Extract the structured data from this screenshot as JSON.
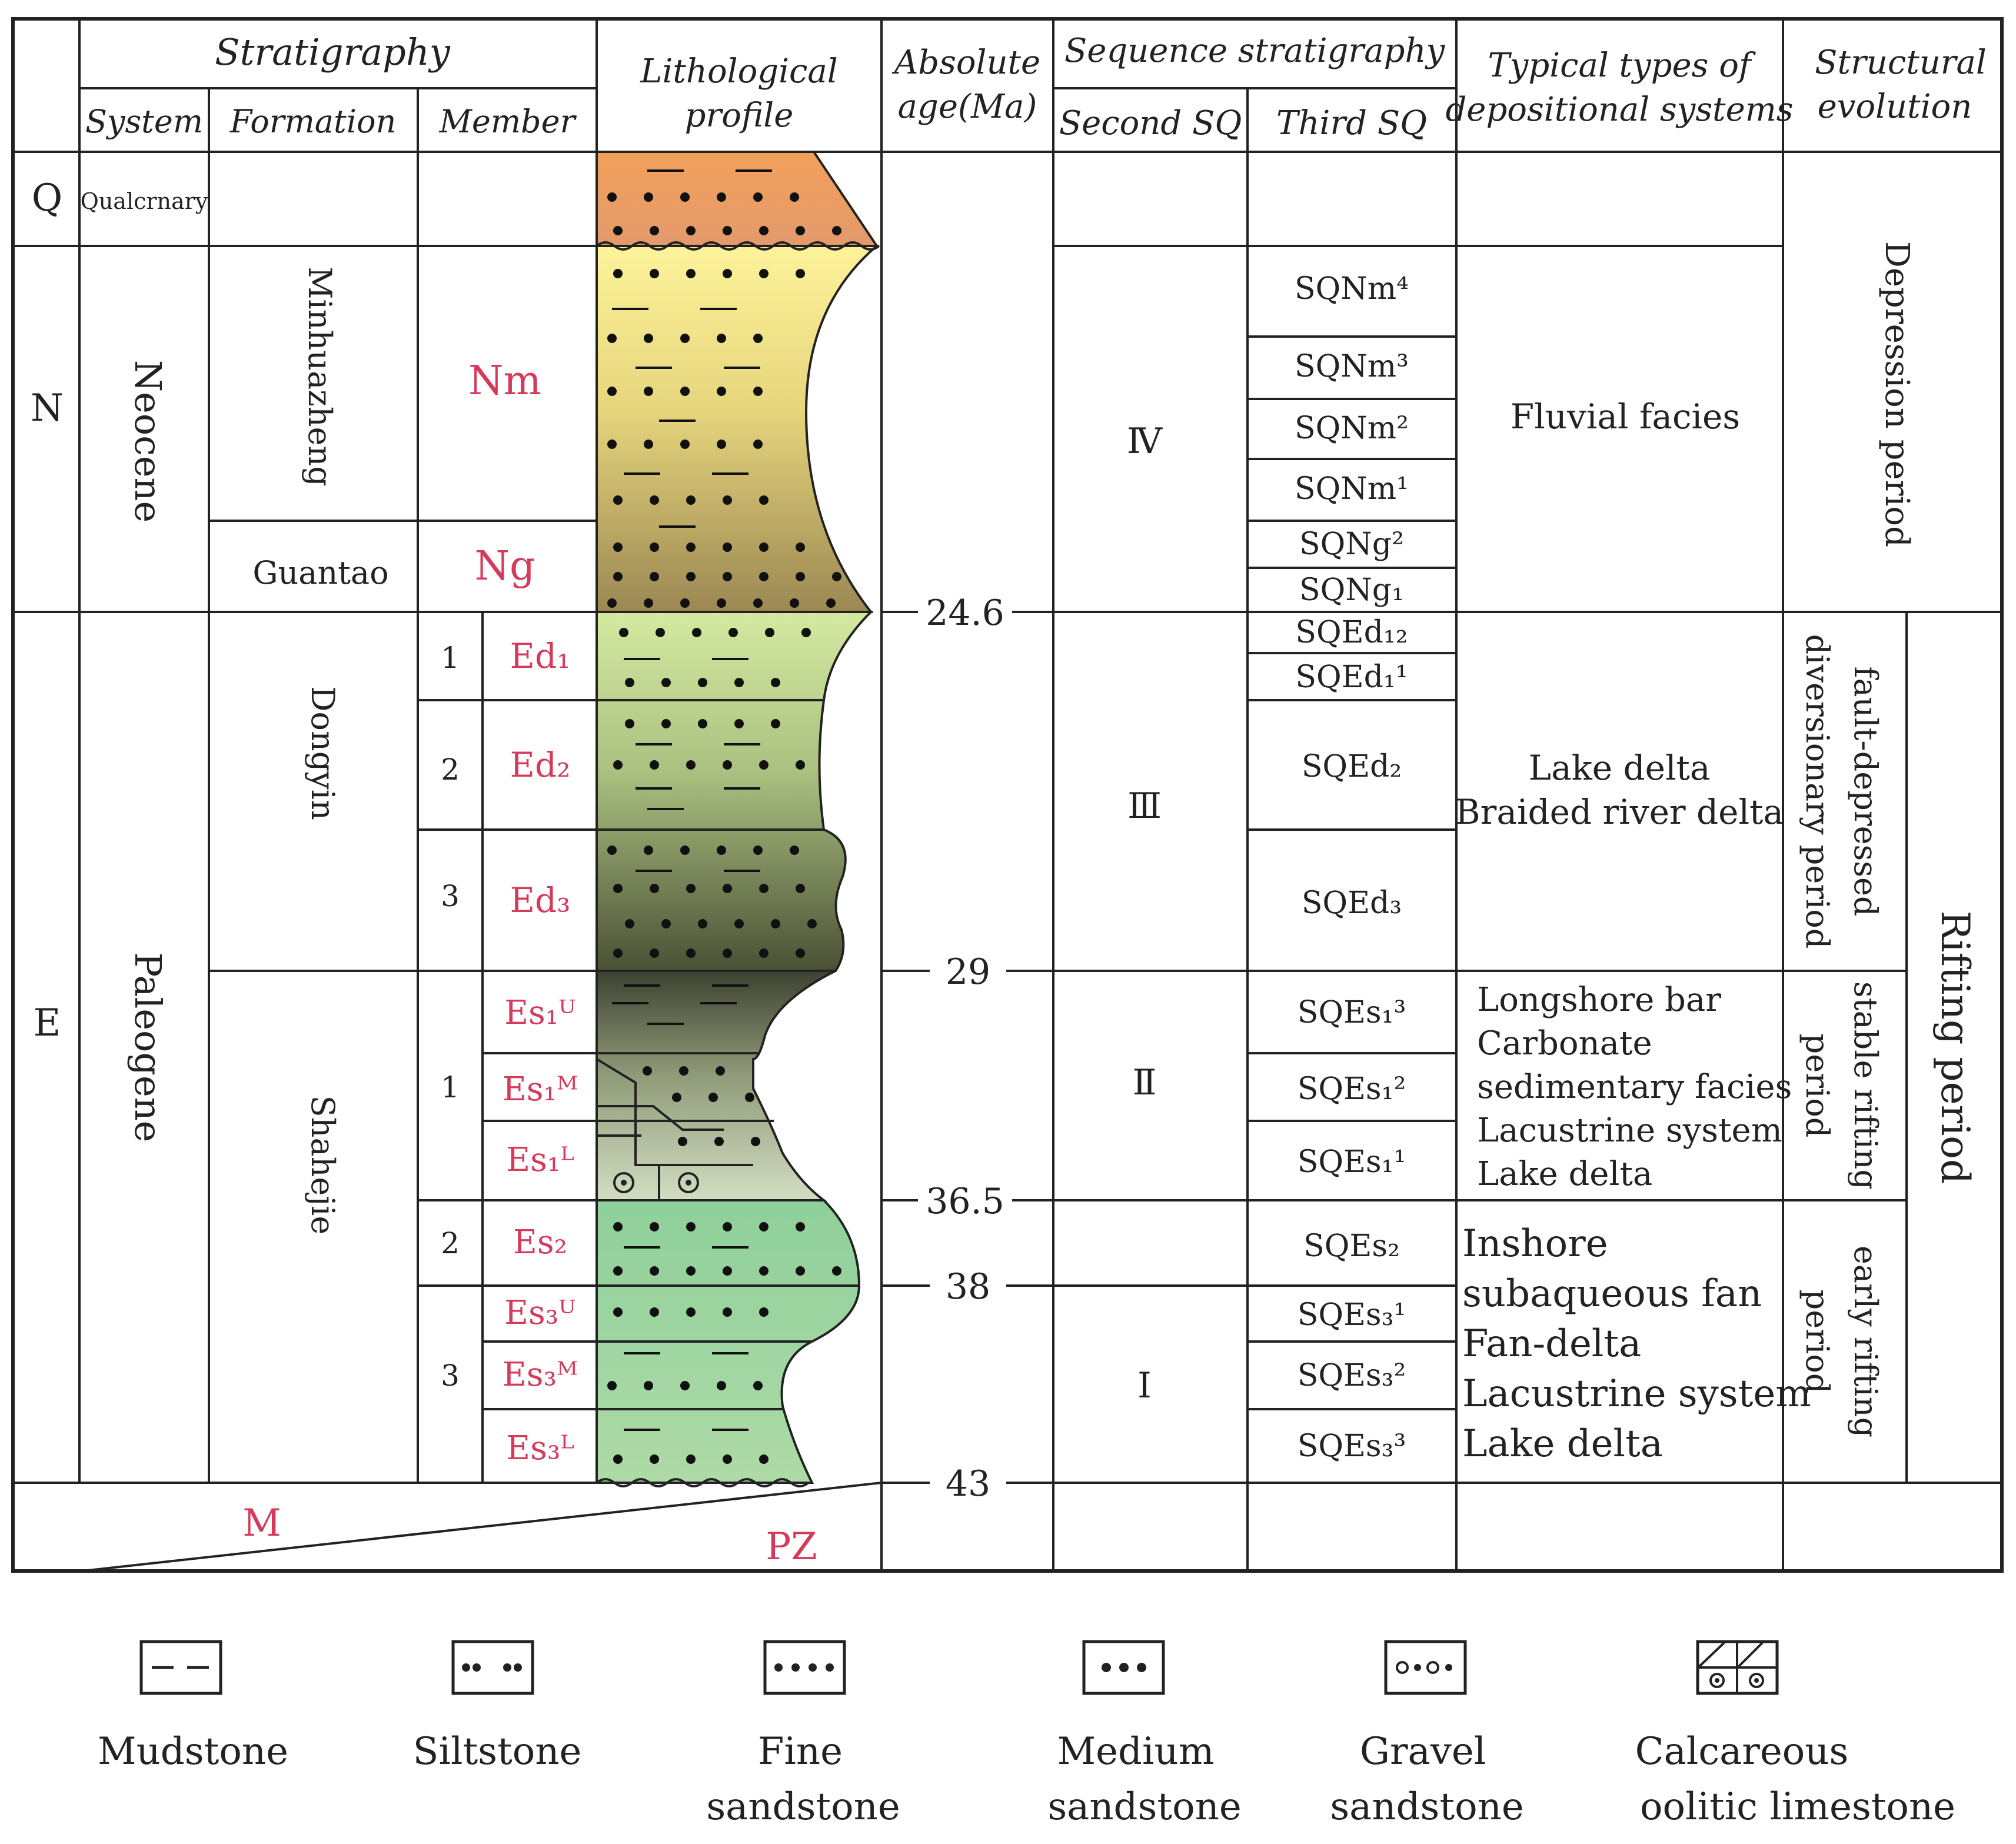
{
  "header": {
    "stratigraphy": "Stratigraphy",
    "system": "System",
    "formation": "Formation",
    "member": "Member",
    "lithology_l1": "Lithological",
    "lithology_l2": "profile",
    "age_l1": "Absolute",
    "age_l2": "age(Ma)",
    "sequence": "Sequence  stratigraphy",
    "second_sq": "Second SQ",
    "third_sq": "Third SQ",
    "deposit_l1": "Typical types of",
    "deposit_l2": "depositional systems",
    "struct_l1": "Structural",
    "struct_l2": "evolution"
  },
  "eras": {
    "q": "Q",
    "n": "N",
    "e": "E",
    "q_system": "Qualcrnary",
    "n_system": "Neocene",
    "e_system": "Paleogene",
    "m": "M",
    "pz": "PZ"
  },
  "formations": {
    "minhuazheng": "Minhuazheng",
    "guantao": "Guantao",
    "dongyin": "Dongyin",
    "shahejie": "Shahejie"
  },
  "members": {
    "nm": "Nm",
    "ng": "Ng",
    "d_nums": [
      "1",
      "2",
      "3"
    ],
    "s_nums": [
      "1",
      "2",
      "3"
    ],
    "ed1": "Ed₁",
    "ed2": "Ed₂",
    "ed3": "Ed₃",
    "es1u": "Es₁ᵁ",
    "es1m": "Es₁ᴹ",
    "es1l": "Es₁ᴸ",
    "es2": "Es₂",
    "es3u": "Es₃ᵁ",
    "es3m": "Es₃ᴹ",
    "es3l": "Es₃ᴸ"
  },
  "ages": [
    "24.6",
    "29",
    "36.5",
    "38",
    "43"
  ],
  "second_sq": [
    "Ⅳ",
    "Ⅲ",
    "Ⅱ",
    "Ⅰ"
  ],
  "third_sq": [
    "SQNm⁴",
    "SQNm³",
    "SQNm²",
    "SQNm¹",
    "SQNg²",
    "SQNg₁",
    "SQEd₁₂",
    "SQEd₁¹",
    "SQEd₂",
    "SQEd₃",
    "SQEs₁³",
    "SQEs₁²",
    "SQEs₁¹",
    "SQEs₂",
    "SQEs₃¹",
    "SQEs₃²",
    "SQEs₃³"
  ],
  "depositional": {
    "fluvial": "Fluvial facies",
    "lake1": "Lake delta",
    "lake2": "Braided river delta",
    "sys2": [
      "Longshore bar",
      "Carbonate",
      "sedimentary facies",
      "Lacustrine system",
      "Lake delta"
    ],
    "sys1": [
      "Inshore",
      "subaqueous fan",
      "Fan-delta",
      "Lacustrine system",
      "Lake delta"
    ]
  },
  "structural": {
    "depression": "Depression period",
    "fault_l1": "fault-depressed",
    "fault_l2": "diversionary period",
    "stable_l1": "stable rifting",
    "stable_l2": "period",
    "early_l1": "early rifting",
    "early_l2": "period",
    "rifting": "Rifting period"
  },
  "legend": [
    {
      "l1": "Mudstone",
      "l2": ""
    },
    {
      "l1": "Siltstone",
      "l2": ""
    },
    {
      "l1": "Fine",
      "l2": "sandstone"
    },
    {
      "l1": "Medium",
      "l2": "sandstone"
    },
    {
      "l1": "Gravel",
      "l2": "sandstone"
    },
    {
      "l1": "Calcareous",
      "l2": "oolitic limestone"
    }
  ],
  "colors": {
    "q": "#ef9a55",
    "neogene_top": "#fbee8a",
    "neogene_bottom": "#a08b55",
    "dongying_top": "#cfe59a",
    "dongying_bottom": "#4f5436",
    "shahejie1_top": "#3f4432",
    "shahejie1_bottom": "#c8d6b5",
    "green": "#9dd3a0",
    "accent_red": "#d63a5a"
  }
}
